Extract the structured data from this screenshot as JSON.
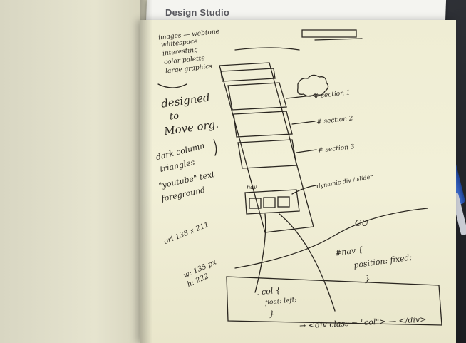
{
  "background_sheet": {
    "title": "Design Studio"
  },
  "notebook": {
    "left_notes": {
      "bullets": [
        "images — webtone",
        "whitespace",
        "interesting",
        "color palette",
        "large graphics"
      ],
      "designed": "designed",
      "to": "to",
      "move_org": "Move org.",
      "dark_column": "dark column",
      "triangles": "triangles",
      "youtube_text": "\"youtube\" text",
      "foreground": "foreground",
      "dimension_1": "ori 138 x 211",
      "dimension_w": "w: 135 px",
      "dimension_h": "h: 222"
    },
    "wireframe_labels": {
      "sections": [
        "# section 1",
        "# section 2",
        "# section 3"
      ],
      "nav": "nav",
      "dynamic_div": "dynamic div / slider"
    },
    "code_notes": {
      "nav_rule": "#nav {",
      "position": "position: fixed;",
      "close_brace": "}",
      "cu": "CU",
      "col_rule": ". col {",
      "float": "float: left;",
      "col_close": "}",
      "div_tag": "→ <div class = \"col\"> — </div>"
    }
  }
}
